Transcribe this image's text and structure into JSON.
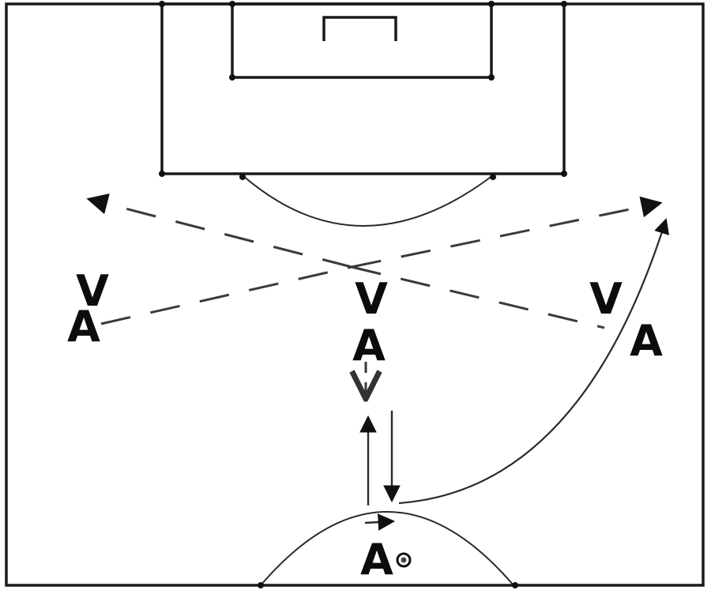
{
  "diagram": {
    "players": [
      {
        "id": "left_defender",
        "label": "V"
      },
      {
        "id": "left_attacker",
        "label": "A"
      },
      {
        "id": "center_defender",
        "label": "V"
      },
      {
        "id": "center_attacker",
        "label": "A"
      },
      {
        "id": "right_defender",
        "label": "V"
      },
      {
        "id": "right_attacker",
        "label": "A"
      },
      {
        "id": "ball_carrier",
        "label": "A"
      }
    ],
    "icons": {
      "ball": "ball-icon",
      "goal": "goal-icon"
    },
    "colors": {
      "lines": "#1a1a1a",
      "background": "#ffffff"
    }
  }
}
